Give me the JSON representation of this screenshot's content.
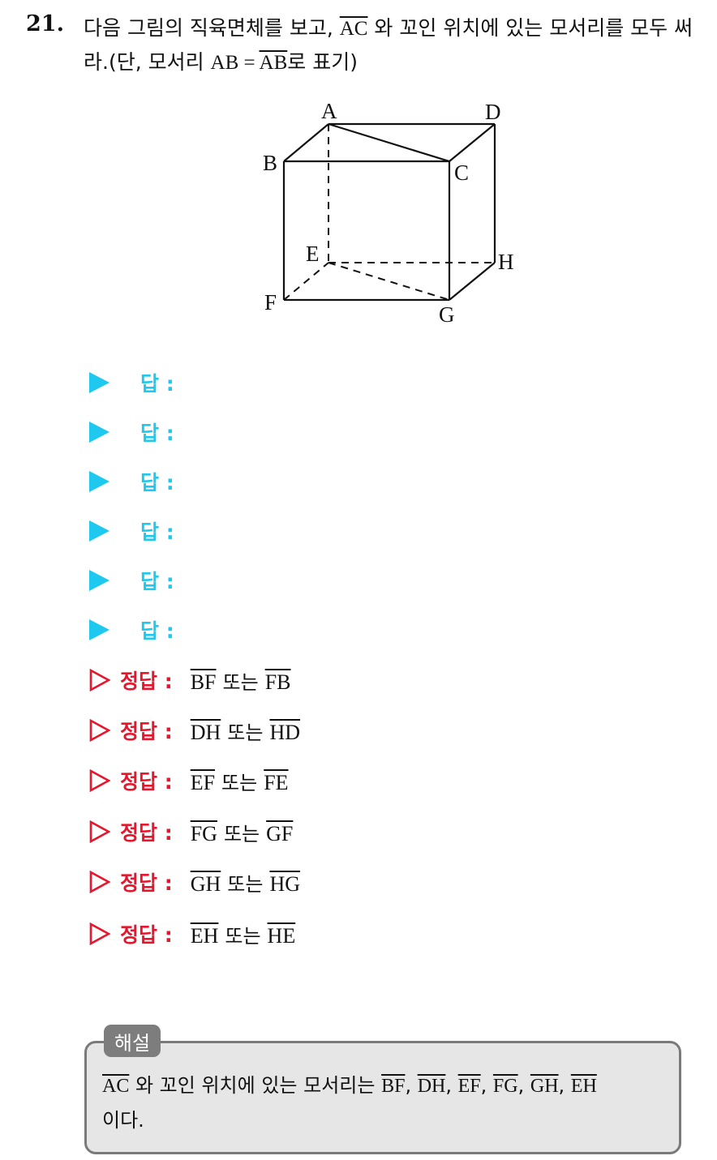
{
  "question": {
    "number": "21.",
    "text_before": "다음 그림의 직육면체를 보고, ",
    "segment": "AC",
    "text_after": " 와 꼬인 위치에 있는 모서리를 모두 써라.(단, 모서리 ",
    "note_plain": "AB",
    "note_equals": " = ",
    "note_segment": "AB",
    "note_end": "로 표기)"
  },
  "figure": {
    "vertex_labels": [
      "A",
      "B",
      "C",
      "D",
      "E",
      "F",
      "G",
      "H"
    ]
  },
  "answer_rows": [
    {
      "label": "답 :"
    },
    {
      "label": "답 :"
    },
    {
      "label": "답 :"
    },
    {
      "label": "답 :"
    },
    {
      "label": "답 :"
    },
    {
      "label": "답 :"
    }
  ],
  "solutions": [
    {
      "label": "정답 :",
      "first": "BF",
      "connector": "또는",
      "second": "FB"
    },
    {
      "label": "정답 :",
      "first": "DH",
      "connector": "또는",
      "second": "HD"
    },
    {
      "label": "정답 :",
      "first": "EF",
      "connector": "또는",
      "second": "FE"
    },
    {
      "label": "정답 :",
      "first": "FG",
      "connector": "또는",
      "second": "GF"
    },
    {
      "label": "정답 :",
      "first": "GH",
      "connector": "또는",
      "second": "HG"
    },
    {
      "label": "정답 :",
      "first": "EH",
      "connector": "또는",
      "second": "HE"
    }
  ],
  "explanation": {
    "tag": "해설",
    "segment": "AC",
    "text_mid": " 와 꼬인 위치에 있는 모서리는 ",
    "edges": [
      "BF",
      "DH",
      "EF",
      "FG",
      "GH",
      "EH"
    ],
    "separator": ", ",
    "text_end": "이다."
  },
  "colors": {
    "answer_blue": "#1ec8ee",
    "solution_red": "#e8162d",
    "explain_box": "#e6e6e6",
    "explain_tag": "#7d7d7d"
  }
}
